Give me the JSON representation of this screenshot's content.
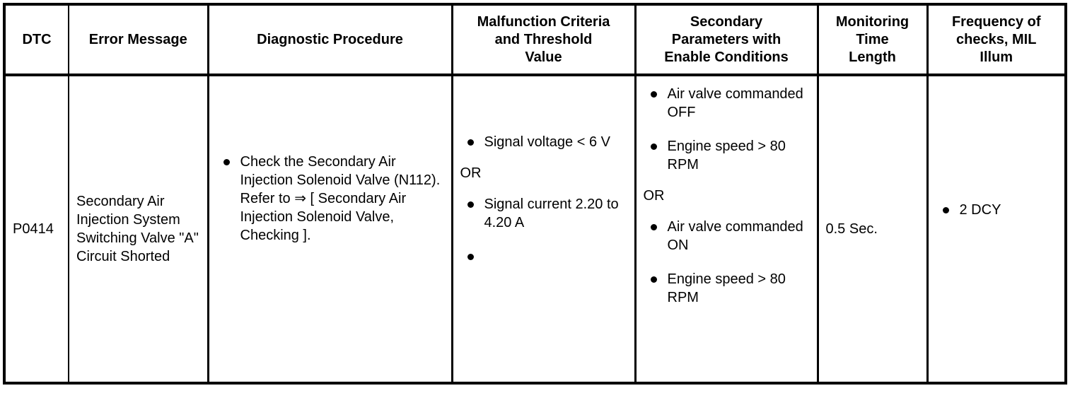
{
  "table": {
    "columns": [
      {
        "key": "dtc",
        "header": "DTC"
      },
      {
        "key": "error_message",
        "header": "Error Message"
      },
      {
        "key": "diagnostic_procedure",
        "header": "Diagnostic Procedure"
      },
      {
        "key": "malfunction_criteria",
        "header": "Malfunction Criteria and Threshold Value"
      },
      {
        "key": "secondary_parameters",
        "header": "Secondary Parameters with Enable Conditions"
      },
      {
        "key": "monitoring_time",
        "header": "Monitoring Time Length"
      },
      {
        "key": "frequency",
        "header": "Frequency of checks, MIL Illum"
      }
    ],
    "headers": {
      "dtc": "DTC",
      "error_message": "Error Message",
      "diagnostic_procedure": "Diagnostic Procedure",
      "malfunction_criteria_l1": "Malfunction Criteria",
      "malfunction_criteria_l2": "and Threshold",
      "malfunction_criteria_l3": "Value",
      "secondary_parameters_l1": "Secondary",
      "secondary_parameters_l2": "Parameters with",
      "secondary_parameters_l3": "Enable Conditions",
      "monitoring_time_l1": "Monitoring",
      "monitoring_time_l2": "Time",
      "monitoring_time_l3": "Length",
      "frequency_l1": "Frequency of",
      "frequency_l2": "checks, MIL",
      "frequency_l3": "Illum"
    },
    "rows": [
      {
        "dtc": "P0414",
        "error_message": "Secondary Air Injection System Switching Valve \"A\" Circuit Shorted",
        "diagnostic_procedure_bullets": [
          "Check the Secondary Air Injection Solenoid Valve (N112). Refer to ⇒ [ Secondary Air Injection Solenoid Valve, Checking ]."
        ],
        "malfunction_criteria_bullets_1": [
          "Signal voltage < 6 V"
        ],
        "malfunction_or": "OR",
        "malfunction_criteria_bullets_2": [
          "Signal current 2.20 to 4.20 A",
          ""
        ],
        "secondary_parameters_bullets_1": [
          "Air valve commanded OFF",
          "Engine speed > 80 RPM"
        ],
        "secondary_or": "OR",
        "secondary_parameters_bullets_2": [
          "Air valve commanded ON",
          "Engine speed > 80 RPM"
        ],
        "monitoring_time": "0.5 Sec.",
        "frequency_bullets": [
          "2 DCY"
        ]
      }
    ]
  },
  "style": {
    "border_color": "#000000",
    "text_color": "#000000",
    "background": "#ffffff"
  }
}
